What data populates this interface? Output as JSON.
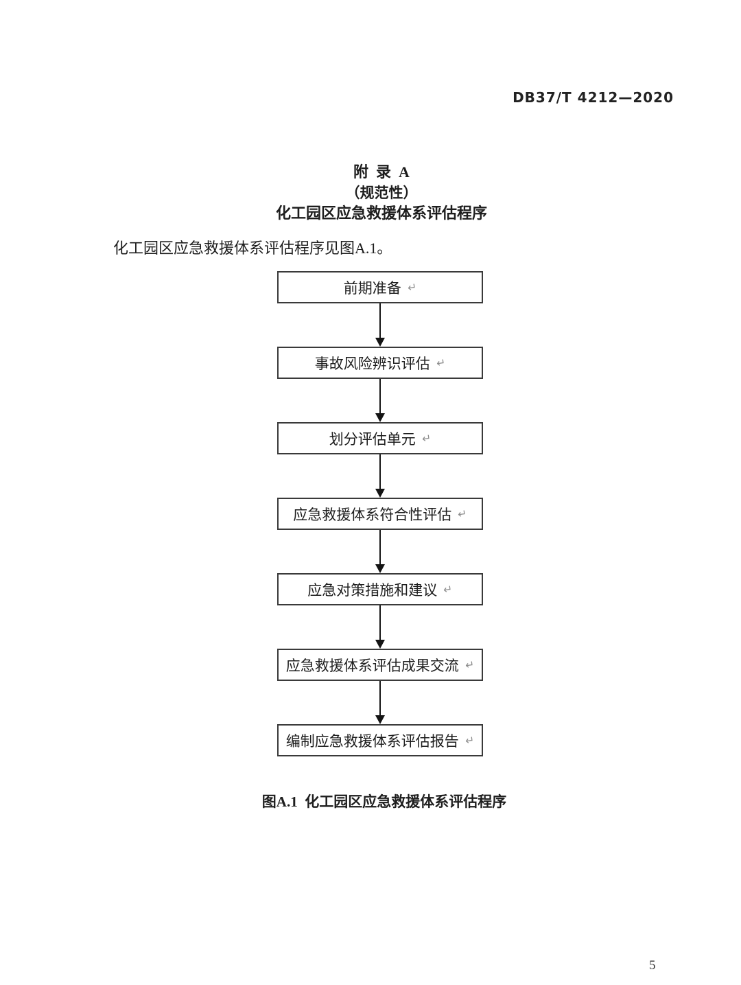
{
  "document": {
    "header": "DB37/T 4212—2020",
    "page_number": "5"
  },
  "appendix": {
    "title": "附  录  A",
    "normative": "（规范性）",
    "subtitle": "化工园区应急救援体系评估程序",
    "intro": "化工园区应急救援体系评估程序见图A.1。"
  },
  "flowchart": {
    "steps": [
      "前期准备",
      "事故风险辨识评估",
      "划分评估单元",
      "应急救援体系符合性评估",
      "应急对策措施和建议",
      "应急救援体系评估成果交流",
      "编制应急救援体系评估报告"
    ],
    "return_mark": "↵",
    "caption": "图A.1  化工园区应急救援体系评估程序"
  }
}
